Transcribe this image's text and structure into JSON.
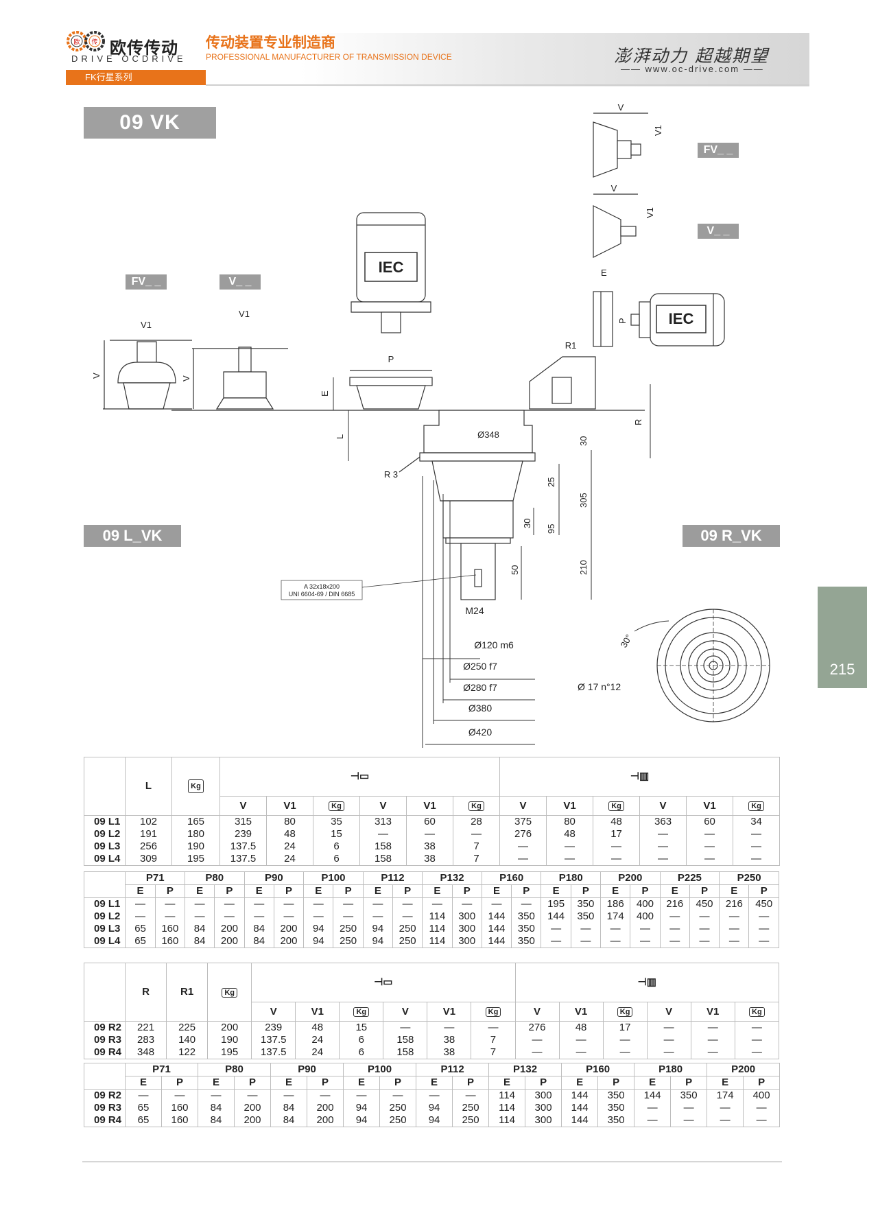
{
  "header": {
    "brand_cn": "欧传传动",
    "brand_en": "DRIVE OCDRIVE",
    "logo_text_1": "欧",
    "logo_text_2": "传",
    "tagline_cn": "传动装置专业制造商",
    "tagline_en": "PROFESSIONAL MANUFACTURER OF TRANSMISSION DEVICE",
    "slogan": "澎湃动力 超越期望",
    "website": "www.oc-drive.com",
    "series": "FK行星系列"
  },
  "title": "09 VK",
  "page_number": "215",
  "section_left": "09 L_VK",
  "section_right": "09 R_VK",
  "diagram": {
    "tag_fv": "FV_ _",
    "tag_v": "V_ _",
    "iec": "IEC",
    "labels": {
      "V": "V",
      "V1": "V1",
      "E": "E",
      "P": "P",
      "L": "L",
      "R": "R",
      "R1": "R1",
      "R3": "R 3",
      "d348": "Ø348",
      "d30": "30",
      "d25": "25",
      "d305": "305",
      "d30b": "30",
      "d95": "95",
      "d210": "210",
      "d50": "50",
      "key1": "A  32x18x200",
      "key2": "UNI 6604-69 / DIN 6685",
      "m24": "M24",
      "d120": "Ø120 m6",
      "d250": "Ø250 f7",
      "d280": "Ø280 f7",
      "d380": "Ø380",
      "d420": "Ø420",
      "deg30": "30°",
      "holes": "Ø 17 n°12"
    }
  },
  "table1": {
    "headers": [
      "L",
      "Kg",
      "V",
      "V1",
      "Kg",
      "V",
      "V1",
      "Kg",
      "V",
      "V1",
      "Kg",
      "V",
      "V1",
      "Kg"
    ],
    "rows": [
      [
        "09 L1",
        "102",
        "165",
        "315",
        "80",
        "35",
        "313",
        "60",
        "28",
        "375",
        "80",
        "48",
        "363",
        "60",
        "34"
      ],
      [
        "09 L2",
        "191",
        "180",
        "239",
        "48",
        "15",
        "—",
        "—",
        "—",
        "276",
        "48",
        "17",
        "—",
        "—",
        "—"
      ],
      [
        "09 L3",
        "256",
        "190",
        "137.5",
        "24",
        "6",
        "158",
        "38",
        "7",
        "—",
        "—",
        "—",
        "—",
        "—",
        "—"
      ],
      [
        "09 L4",
        "309",
        "195",
        "137.5",
        "24",
        "6",
        "158",
        "38",
        "7",
        "—",
        "—",
        "—",
        "—",
        "—",
        "—"
      ]
    ]
  },
  "table2": {
    "groups": [
      "P71",
      "P80",
      "P90",
      "P100",
      "P112",
      "P132",
      "P160",
      "P180",
      "P200",
      "P225",
      "P250"
    ],
    "sub": [
      "E",
      "P"
    ],
    "rows": [
      [
        "09 L1",
        "—",
        "—",
        "—",
        "—",
        "—",
        "—",
        "—",
        "—",
        "—",
        "—",
        "—",
        "—",
        "—",
        "—",
        "195",
        "350",
        "186",
        "400",
        "216",
        "450",
        "216",
        "450"
      ],
      [
        "09 L2",
        "—",
        "—",
        "—",
        "—",
        "—",
        "—",
        "—",
        "—",
        "—",
        "—",
        "114",
        "300",
        "144",
        "350",
        "144",
        "350",
        "174",
        "400",
        "—",
        "—",
        "—",
        "—"
      ],
      [
        "09 L3",
        "65",
        "160",
        "84",
        "200",
        "84",
        "200",
        "94",
        "250",
        "94",
        "250",
        "114",
        "300",
        "144",
        "350",
        "—",
        "—",
        "—",
        "—",
        "—",
        "—",
        "—",
        "—"
      ],
      [
        "09 L4",
        "65",
        "160",
        "84",
        "200",
        "84",
        "200",
        "94",
        "250",
        "94",
        "250",
        "114",
        "300",
        "144",
        "350",
        "—",
        "—",
        "—",
        "—",
        "—",
        "—",
        "—",
        "—"
      ]
    ]
  },
  "table3": {
    "headers": [
      "R",
      "R1",
      "Kg",
      "V",
      "V1",
      "Kg",
      "V",
      "V1",
      "Kg",
      "V",
      "V1",
      "Kg",
      "V",
      "V1",
      "Kg"
    ],
    "rows": [
      [
        "09 R2",
        "221",
        "225",
        "200",
        "239",
        "48",
        "15",
        "—",
        "—",
        "—",
        "276",
        "48",
        "17",
        "—",
        "—",
        "—"
      ],
      [
        "09 R3",
        "283",
        "140",
        "190",
        "137.5",
        "24",
        "6",
        "158",
        "38",
        "7",
        "—",
        "—",
        "—",
        "—",
        "—",
        "—"
      ],
      [
        "09 R4",
        "348",
        "122",
        "195",
        "137.5",
        "24",
        "6",
        "158",
        "38",
        "7",
        "—",
        "—",
        "—",
        "—",
        "—",
        "—"
      ]
    ]
  },
  "table4": {
    "groups": [
      "P71",
      "P80",
      "P90",
      "P100",
      "P112",
      "P132",
      "P160",
      "P180",
      "P200"
    ],
    "sub": [
      "E",
      "P"
    ],
    "rows": [
      [
        "09 R2",
        "—",
        "—",
        "—",
        "—",
        "—",
        "—",
        "—",
        "—",
        "—",
        "—",
        "114",
        "300",
        "144",
        "350",
        "144",
        "350",
        "174",
        "400"
      ],
      [
        "09 R3",
        "65",
        "160",
        "84",
        "200",
        "84",
        "200",
        "94",
        "250",
        "94",
        "250",
        "114",
        "300",
        "144",
        "350",
        "—",
        "—",
        "—",
        "—"
      ],
      [
        "09 R4",
        "65",
        "160",
        "84",
        "200",
        "84",
        "200",
        "94",
        "250",
        "94",
        "250",
        "114",
        "300",
        "144",
        "350",
        "—",
        "—",
        "—",
        "—"
      ]
    ]
  }
}
